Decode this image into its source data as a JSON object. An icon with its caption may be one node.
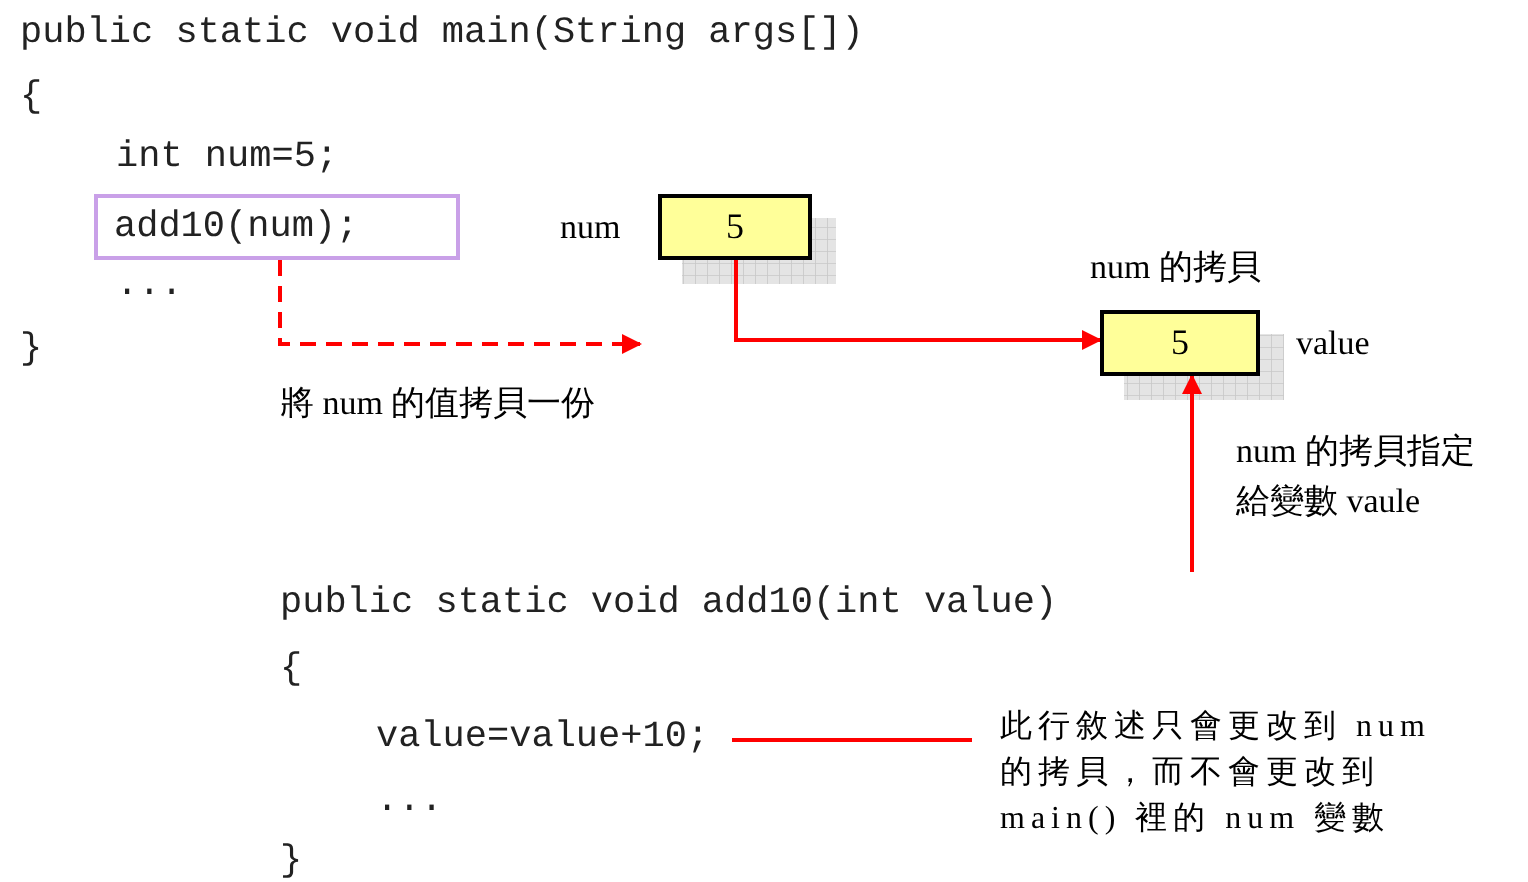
{
  "diagram": {
    "nodes": [
      {
        "text": [
          "add10(num);"
        ]
      },
      {
        "text": [
          "5"
        ],
        "beside": [
          "num"
        ]
      },
      {
        "text": [
          "5"
        ],
        "beside": [
          "num 的拷貝",
          "value"
        ]
      },
      {
        "text": [
          "value=value+10;"
        ]
      },
      {
        "text": [
          "此行敘述只會更改到 num 的拷貝，而不會更改到 main() 裡的 num 變數"
        ]
      }
    ],
    "edges": [
      {
        "from": 0,
        "to": null,
        "arrow": "to",
        "style": "dashed",
        "label": "將 num 的值拷貝一份"
      },
      {
        "from": 1,
        "to": 2,
        "arrow": "to"
      },
      {
        "from": null,
        "to": 2,
        "arrow": "to",
        "label": "num 的拷貝指定給變數 vaule"
      },
      {
        "from": 4,
        "to": 3,
        "arrow": "none"
      }
    ],
    "labels": [
      "public static void main(String args[])",
      "{",
      "int num=5;",
      "...",
      "}",
      "public static void add10(int value)",
      "{",
      "...",
      "}"
    ]
  }
}
